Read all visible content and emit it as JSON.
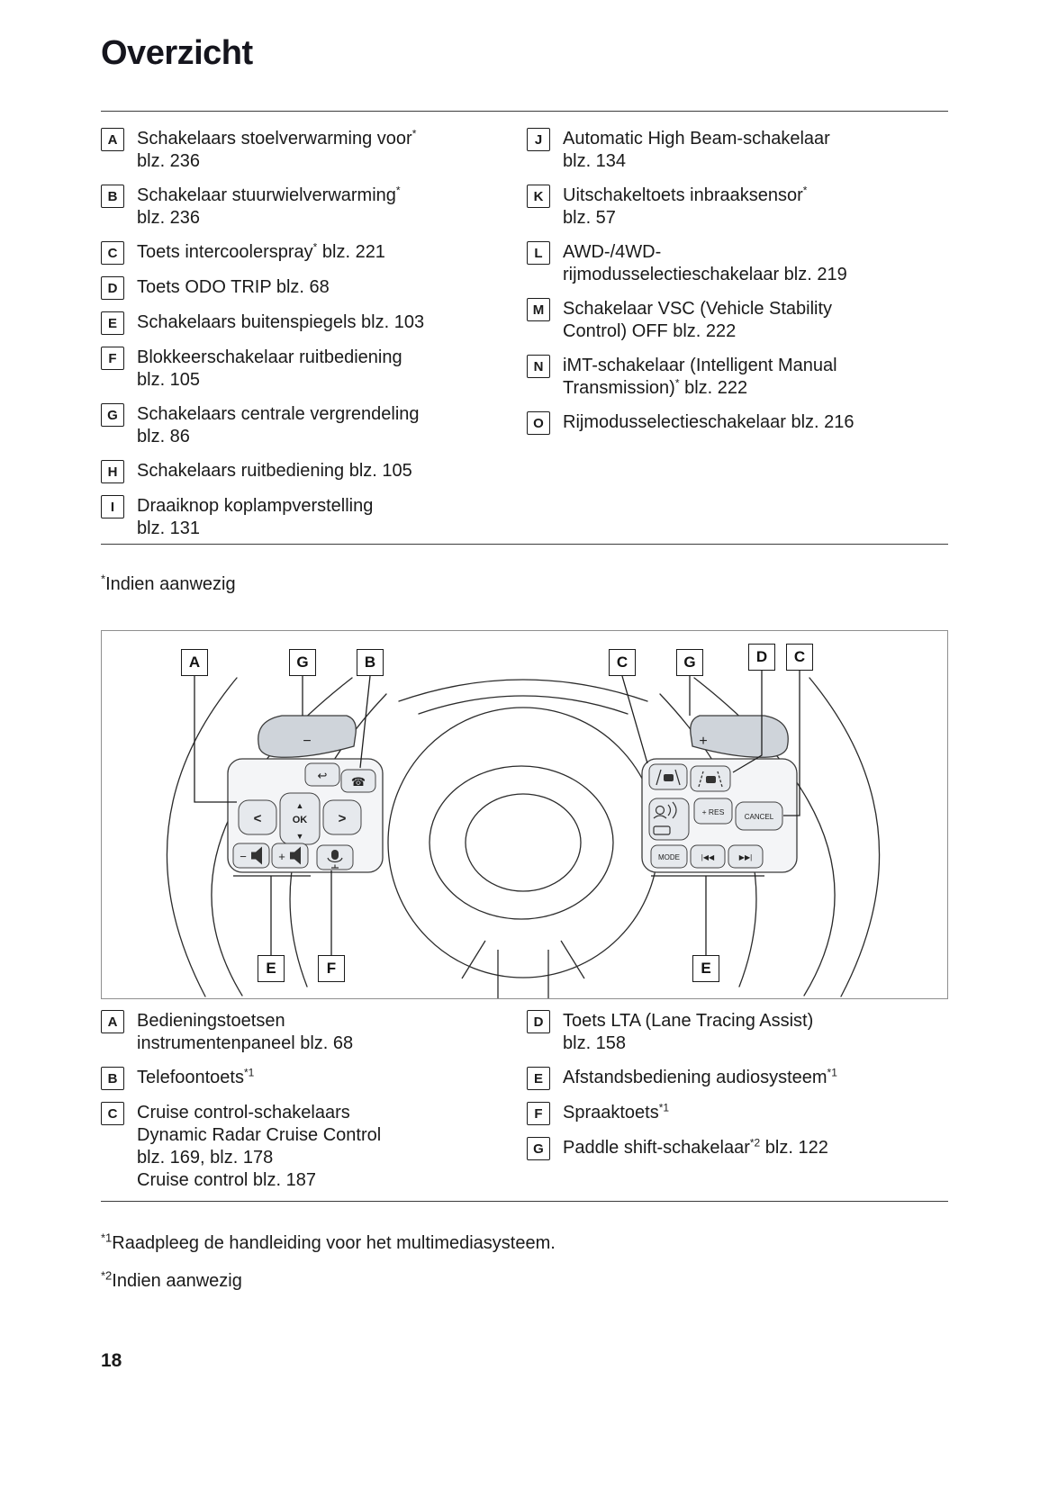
{
  "header": {
    "title": "Overzicht"
  },
  "colors": {
    "text": "#1a1a1a",
    "rule": "#3c3c3c",
    "figure_border": "#8f8f8f"
  },
  "legend_top": {
    "left": [
      {
        "label": "A",
        "lines": [
          [
            {
              "t": "Schakelaars stoelverwarming voor"
            },
            {
              "t": "*",
              "sup": true
            }
          ],
          [
            {
              "t": "blz. 236"
            }
          ]
        ]
      },
      {
        "label": "B",
        "lines": [
          [
            {
              "t": "Schakelaar stuurwielverwarming"
            },
            {
              "t": "*",
              "sup": true
            }
          ],
          [
            {
              "t": "blz. 236"
            }
          ]
        ]
      },
      {
        "label": "C",
        "lines": [
          [
            {
              "t": "Toets intercoolerspray"
            },
            {
              "t": "*",
              "sup": true
            },
            {
              "t": " blz. 221"
            }
          ]
        ]
      },
      {
        "label": "D",
        "lines": [
          [
            {
              "t": "Toets ODO TRIP blz. 68"
            }
          ]
        ]
      },
      {
        "label": "E",
        "lines": [
          [
            {
              "t": "Schakelaars buitenspiegels blz. 103"
            }
          ]
        ]
      },
      {
        "label": "F",
        "lines": [
          [
            {
              "t": "Blokkeerschakelaar ruitbediening"
            }
          ],
          [
            {
              "t": "blz. 105"
            }
          ]
        ]
      },
      {
        "label": "G",
        "lines": [
          [
            {
              "t": "Schakelaars centrale vergrendeling"
            }
          ],
          [
            {
              "t": "blz. 86"
            }
          ]
        ]
      },
      {
        "label": "H",
        "lines": [
          [
            {
              "t": "Schakelaars ruitbediening blz. 105"
            }
          ]
        ]
      },
      {
        "label": "I",
        "lines": [
          [
            {
              "t": "Draaiknop koplampverstelling"
            }
          ],
          [
            {
              "t": "blz. 131"
            }
          ]
        ]
      }
    ],
    "right": [
      {
        "label": "J",
        "lines": [
          [
            {
              "t": "Automatic High Beam-schakelaar"
            }
          ],
          [
            {
              "t": "blz. 134"
            }
          ]
        ]
      },
      {
        "label": "K",
        "lines": [
          [
            {
              "t": "Uitschakeltoets inbraaksensor"
            },
            {
              "t": "*",
              "sup": true
            }
          ],
          [
            {
              "t": "blz. 57"
            }
          ]
        ]
      },
      {
        "label": "L",
        "lines": [
          [
            {
              "t": "AWD-/4WD-"
            }
          ],
          [
            {
              "t": "rijmodusselectieschakelaar blz. 219"
            }
          ]
        ]
      },
      {
        "label": "M",
        "lines": [
          [
            {
              "t": "Schakelaar VSC (Vehicle Stability"
            }
          ],
          [
            {
              "t": "Control) OFF blz. 222"
            }
          ]
        ]
      },
      {
        "label": "N",
        "lines": [
          [
            {
              "t": "iMT-schakelaar (Intelligent Manual"
            }
          ],
          [
            {
              "t": "Transmission)"
            },
            {
              "t": "*",
              "sup": true
            },
            {
              "t": " blz. 222"
            }
          ]
        ]
      },
      {
        "label": "O",
        "lines": [
          [
            {
              "t": "Rijmodusselectieschakelaar blz. 216"
            }
          ]
        ]
      }
    ]
  },
  "legend_bottom": {
    "left": [
      {
        "label": "A",
        "lines": [
          [
            {
              "t": "Bedieningstoetsen"
            }
          ],
          [
            {
              "t": "instrumentenpaneel blz. 68"
            }
          ]
        ]
      },
      {
        "label": "B",
        "lines": [
          [
            {
              "t": "Telefoontoets"
            },
            {
              "t": "*1",
              "sup": true
            }
          ]
        ]
      },
      {
        "label": "C",
        "lines": [
          [
            {
              "t": "Cruise control-schakelaars"
            }
          ],
          [
            {
              "t": "Dynamic Radar Cruise Control"
            }
          ],
          [
            {
              "t": "blz. 169, blz. 178"
            }
          ],
          [
            {
              "t": "Cruise control blz. 187"
            }
          ]
        ]
      }
    ],
    "right": [
      {
        "label": "D",
        "lines": [
          [
            {
              "t": "Toets LTA (Lane Tracing Assist)"
            }
          ],
          [
            {
              "t": "blz. 158"
            }
          ]
        ]
      },
      {
        "label": "E",
        "lines": [
          [
            {
              "t": "Afstandsbediening audiosysteem"
            },
            {
              "t": "*1",
              "sup": true
            }
          ]
        ]
      },
      {
        "label": "F",
        "lines": [
          [
            {
              "t": "Spraaktoets"
            },
            {
              "t": "*1",
              "sup": true
            }
          ]
        ]
      },
      {
        "label": "G",
        "lines": [
          [
            {
              "t": "Paddle shift-schakelaar"
            },
            {
              "t": "*2",
              "sup": true
            },
            {
              "t": " blz. 122"
            }
          ]
        ]
      }
    ]
  },
  "footnotes": {
    "top": {
      "marker": "*",
      "text": "Indien aanwezig"
    },
    "bottom": [
      {
        "marker": "*1",
        "text": "Raadpleeg de handleiding voor het multimediasysteem."
      },
      {
        "marker": "*2",
        "text": "Indien aanwezig"
      }
    ]
  },
  "diagram": {
    "callouts": [
      "A",
      "G",
      "B",
      "C",
      "G",
      "D",
      "C",
      "E",
      "F",
      "E"
    ],
    "labels": {
      "paddle_minus": "−",
      "paddle_plus": "+",
      "back": "↩",
      "phone": "☎",
      "arrow_left": "<",
      "arrow_right": ">",
      "up": "▲",
      "ok": "OK",
      "down": "▼",
      "vol_minus": "−",
      "vol_plus": "+",
      "res": "+ RES",
      "cancel": "CANCEL",
      "mode": "MODE",
      "seek_back": "|◀◀",
      "seek_fwd": "▶▶|"
    }
  },
  "footer": {
    "page_number": "18"
  }
}
